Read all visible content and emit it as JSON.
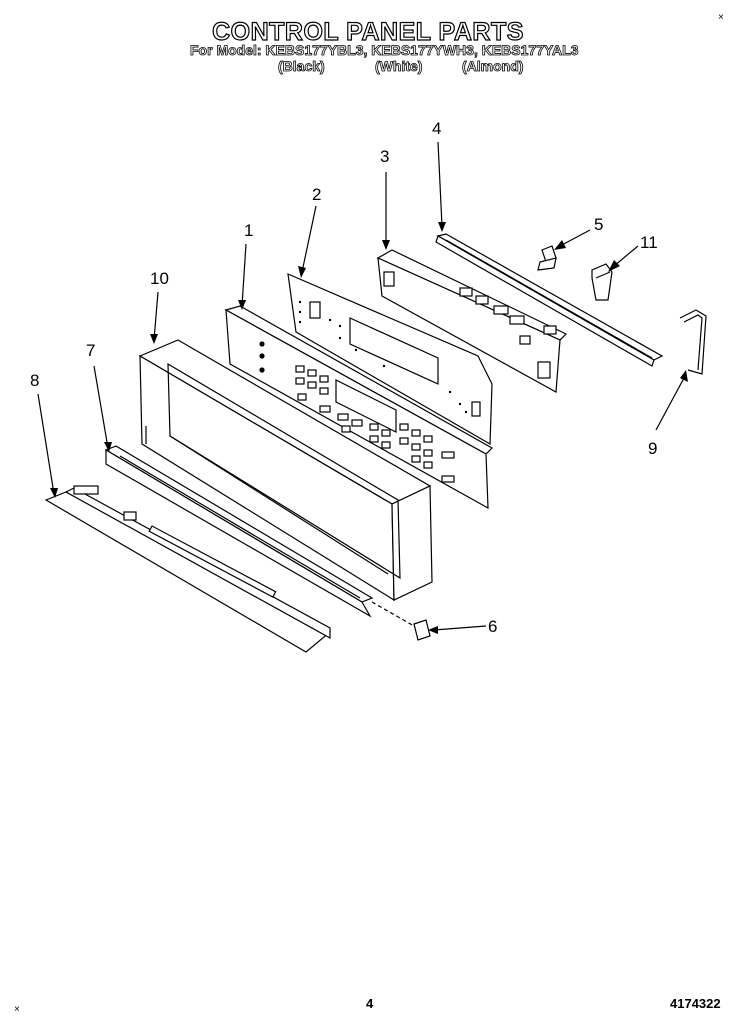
{
  "header": {
    "title": "CONTROL PANEL PARTS",
    "models": "For Model: KEBS177YBL3, KEBS177YWH3, KEBS177YAL3",
    "colors": [
      "(Black)",
      "(White)",
      "(Almond)"
    ]
  },
  "callouts": [
    "1",
    "2",
    "3",
    "4",
    "5",
    "6",
    "7",
    "8",
    "9",
    "10",
    "11"
  ],
  "footer": {
    "page": "4",
    "doc_number": "4174322"
  }
}
